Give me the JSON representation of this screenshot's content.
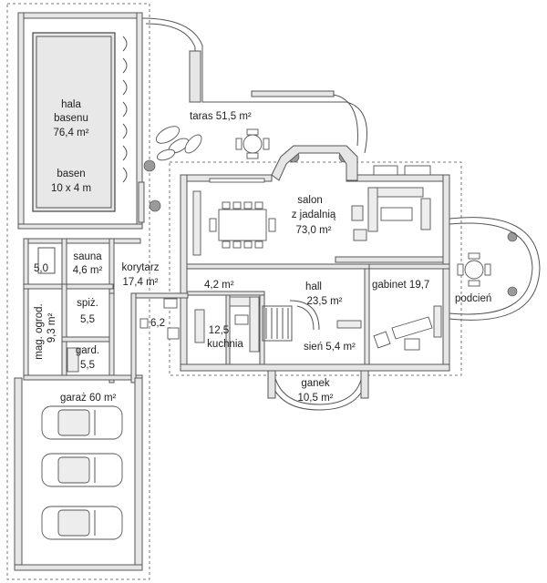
{
  "rooms": {
    "hala_basenu": {
      "line1": "hala",
      "line2": "basenu",
      "line3": "76,4 m²"
    },
    "basen": {
      "line1": "basen",
      "line2": "10 x 4 m"
    },
    "taras": {
      "label": "taras 51,5 m²"
    },
    "salon": {
      "line1": "salon",
      "line2": "z jadalnią",
      "line3": "73,0 m²"
    },
    "sauna": {
      "line1": "sauna",
      "line2": "4,6 m²"
    },
    "room_5_0": {
      "label": "5,0"
    },
    "korytarz": {
      "line1": "korytarz",
      "line2": "17,4 m²"
    },
    "room_4_2": {
      "label": "4,2 m²"
    },
    "hall": {
      "line1": "hall",
      "line2": "23,5 m²"
    },
    "gabinet": {
      "label": "gabinet 19,7"
    },
    "podcien": {
      "label": "podcień"
    },
    "spiz": {
      "line1": "spiż.",
      "line2": "5,5"
    },
    "room_6_2": {
      "label": "6,2"
    },
    "kuchnia": {
      "line1": "12,5",
      "line2": "kuchnia"
    },
    "mag_ogrod": {
      "line1": "mag. ogrod.",
      "line2": "9,3 m²"
    },
    "sien": {
      "label": "sień 5,4 m²"
    },
    "gard": {
      "line1": "gard.",
      "line2": "5,5"
    },
    "ganek": {
      "line1": "ganek",
      "line2": "10,5 m²"
    },
    "garaz": {
      "label": "garaż 60 m²"
    }
  }
}
